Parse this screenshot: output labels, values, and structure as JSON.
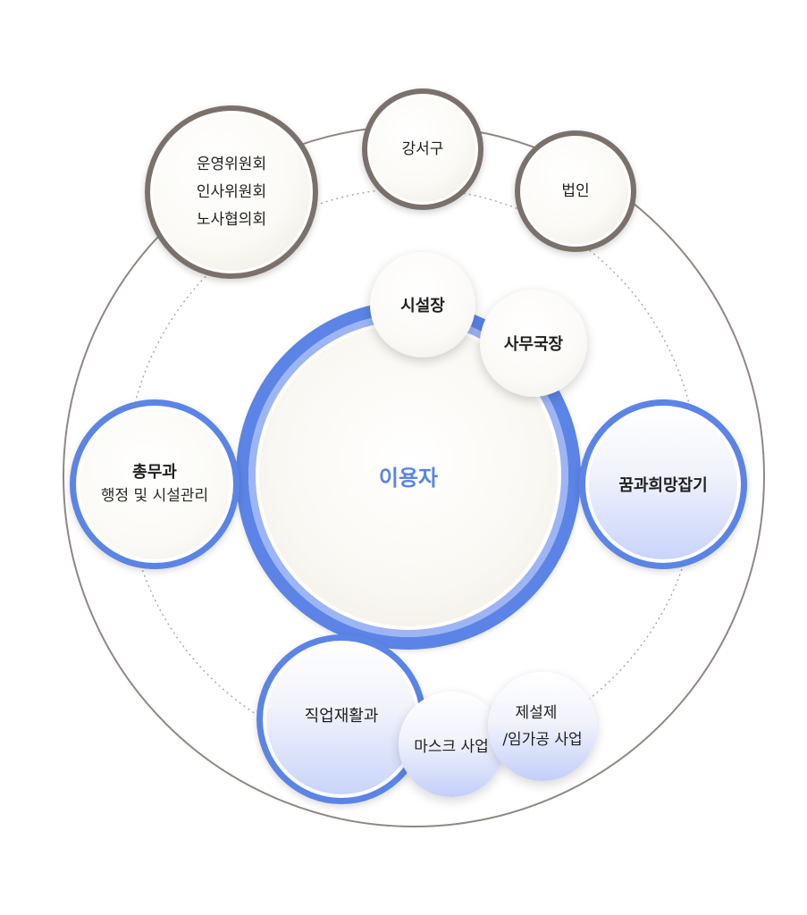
{
  "center": {
    "label": "이용자"
  },
  "governance": {
    "committees": [
      "운영위원회",
      "인사위원회",
      "노사협의회"
    ],
    "district": "강서구",
    "corporation": "법인"
  },
  "leadership": {
    "director": "시설장",
    "secretary_general": "사무국장"
  },
  "departments": {
    "general_affairs": {
      "title": "총무과",
      "subtitle": "행정 및 시설관리"
    },
    "dream_program": {
      "title": "꿈과희망잡기"
    },
    "vocational": {
      "title": "직업재활과"
    }
  },
  "projects": {
    "mask": "마스크 사업",
    "manufacturing": [
      "제설제",
      "/임가공 사업"
    ]
  },
  "colors": {
    "accent_blue": "#5b84e6",
    "ring_brown": "#7b716c",
    "outer_line": "#8f8783"
  }
}
